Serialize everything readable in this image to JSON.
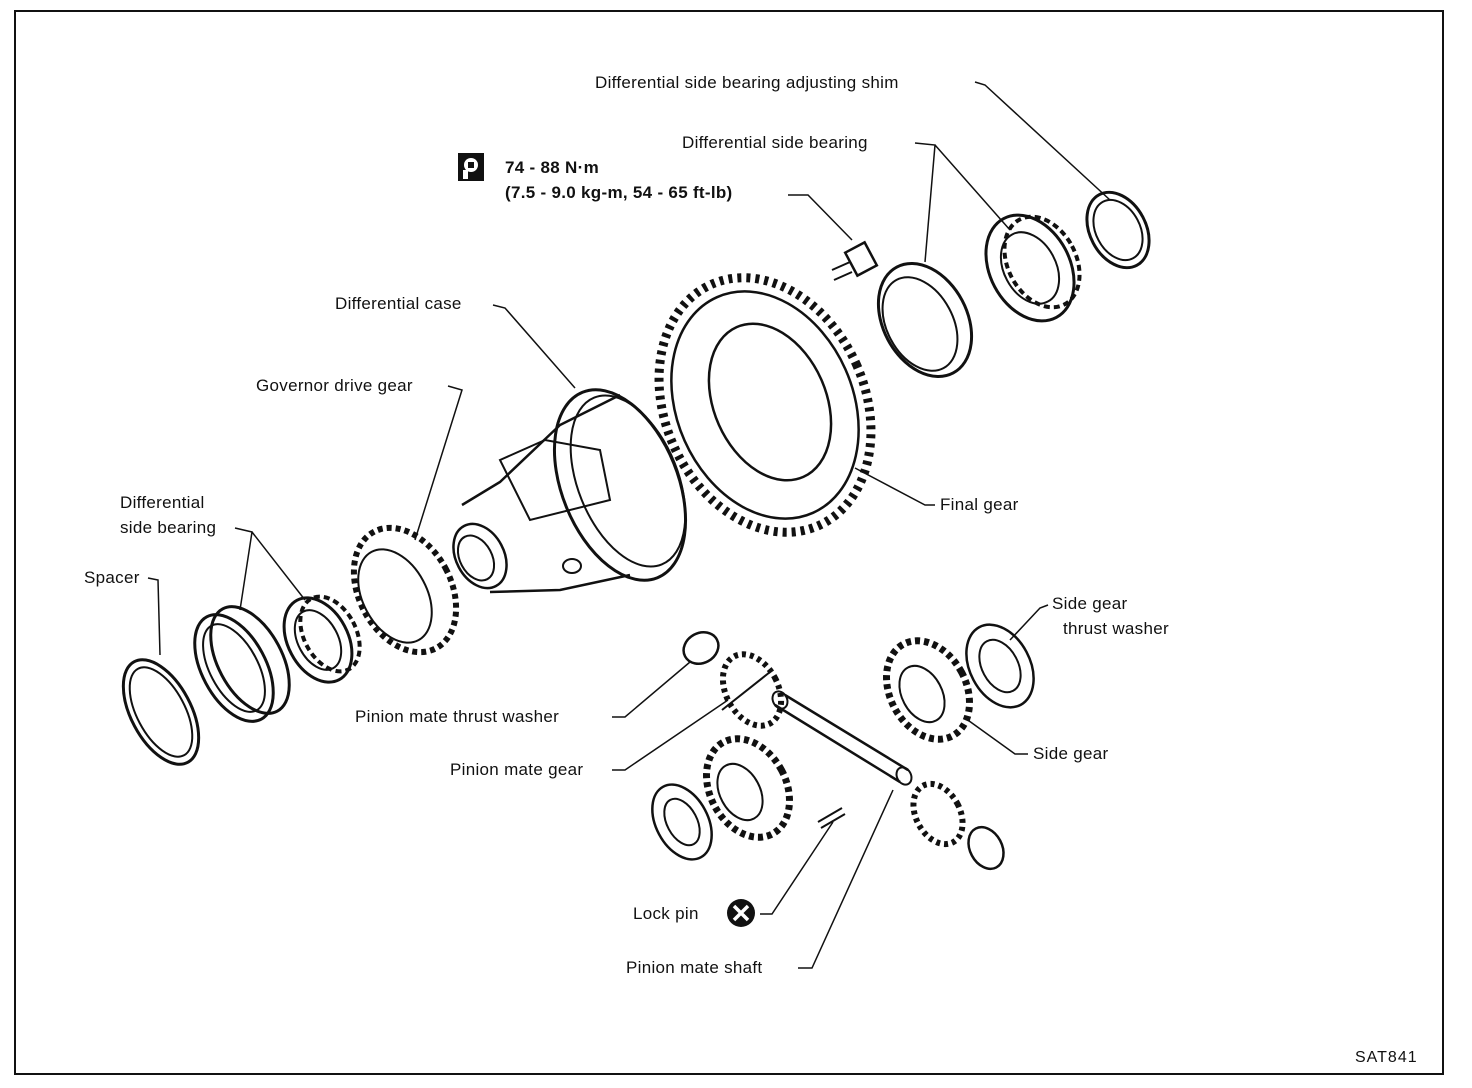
{
  "labels": {
    "adjusting_shim": "Differential side bearing adjusting shim",
    "side_bearing_right": "Differential side bearing",
    "torque_line1": "74 - 88 N·m",
    "torque_line2": "(7.5 - 9.0 kg-m, 54 - 65 ft-lb)",
    "differential_case": "Differential case",
    "governor_drive_gear": "Governor drive gear",
    "side_bearing_left_line1": "Differential",
    "side_bearing_left_line2": "side bearing",
    "spacer": "Spacer",
    "final_gear": "Final gear",
    "side_gear_washer_line1": "Side gear",
    "side_gear_washer_line2": "thrust washer",
    "pinion_mate_thrust_washer": "Pinion mate thrust washer",
    "side_gear": "Side gear",
    "pinion_mate_gear": "Pinion mate gear",
    "lock_pin": "Lock pin",
    "pinion_mate_shaft": "Pinion mate shaft",
    "figure_code": "SAT841"
  },
  "icons": [
    "torque-wrench-icon",
    "do-not-reuse-icon"
  ]
}
